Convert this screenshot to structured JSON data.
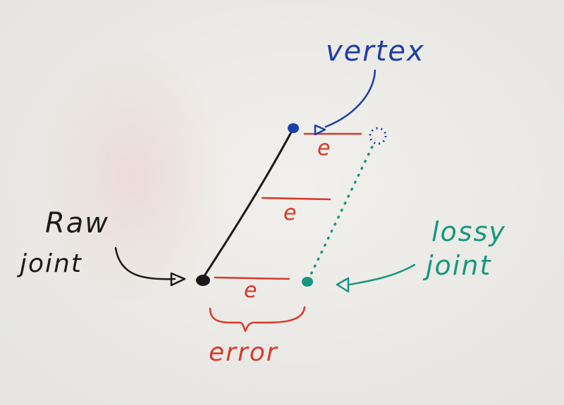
{
  "labels": {
    "vertex": "vertex",
    "raw_line1": "Raw",
    "raw_line2": "joint",
    "lossy_line1": "lossy",
    "lossy_line2": "joint",
    "error": "error",
    "e_top": "e",
    "e_mid": "e",
    "e_bottom": "e"
  },
  "colors": {
    "vertex": "#1c3fa8",
    "error": "#d63a2c",
    "raw": "#1a1a1a",
    "lossy": "#17977f"
  }
}
